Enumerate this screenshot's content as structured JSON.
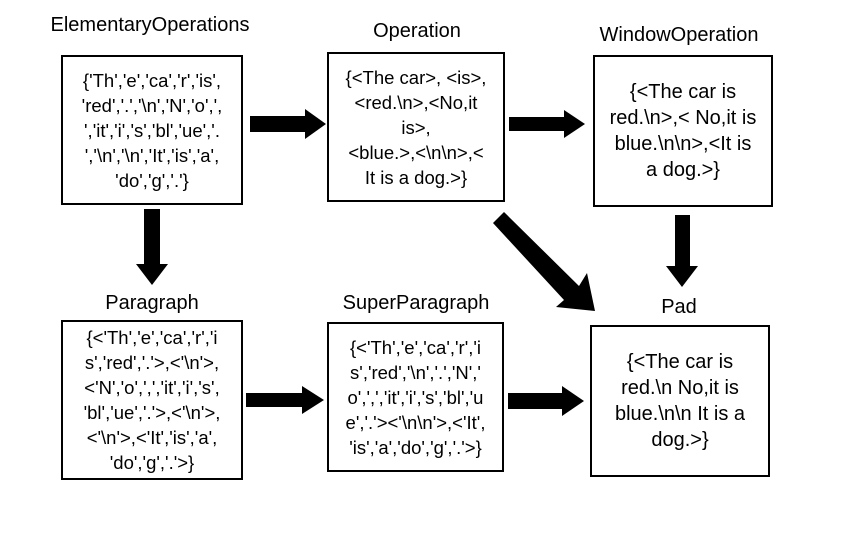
{
  "nodes": {
    "elementary": {
      "title": "ElementaryOperations",
      "lines": [
        "{'Th','e','ca','r','is',",
        "'red','.','\\n','N','o',',",
        "','it','i','s','bl','ue','.",
        "','\\n','\\n','It','is','a',",
        "'do','g','.'}"
      ]
    },
    "operation": {
      "title": "Operation",
      "lines": [
        "{<The car>, <is>,",
        "<red.\\n>,<No,it",
        "is>,",
        "<blue.>,<\\n\\n>,<",
        "It is a dog.>}"
      ]
    },
    "window_operation": {
      "title": "WindowOperation",
      "lines": [
        "{<The car is",
        "red.\\n>,< No,it is",
        "blue.\\n\\n>,<It is",
        "a dog.>}"
      ]
    },
    "paragraph": {
      "title": "Paragraph",
      "lines": [
        "{<'Th','e','ca','r','i",
        "s','red','.'>,<'\\n'>,",
        "<'N','o',',','it','i','s',",
        "'bl','ue','.'>,<'\\n'>,",
        "<'\\n'>,<'It','is','a',",
        "'do','g','.'>}"
      ]
    },
    "super_paragraph": {
      "title": "SuperParagraph",
      "lines": [
        "{<'Th','e','ca','r','i",
        "s','red','\\n','.','N','",
        "o',',','it','i','s','bl','u",
        "e','.'><'\\n\\n'>,<'It',",
        "'is','a','do','g','.'>}"
      ]
    },
    "pad": {
      "title": "Pad",
      "lines": [
        "{<The car is",
        "red.\\n No,it is",
        "blue.\\n\\n It is a",
        "dog.>}"
      ]
    }
  },
  "edges": [
    {
      "from": "ElementaryOperations",
      "to": "Operation"
    },
    {
      "from": "Operation",
      "to": "WindowOperation"
    },
    {
      "from": "ElementaryOperations",
      "to": "Paragraph"
    },
    {
      "from": "WindowOperation",
      "to": "Pad"
    },
    {
      "from": "Operation",
      "to": "Pad"
    },
    {
      "from": "Paragraph",
      "to": "SuperParagraph"
    },
    {
      "from": "SuperParagraph",
      "to": "Pad"
    }
  ],
  "colors": {
    "stroke": "#000000",
    "background": "#ffffff"
  }
}
